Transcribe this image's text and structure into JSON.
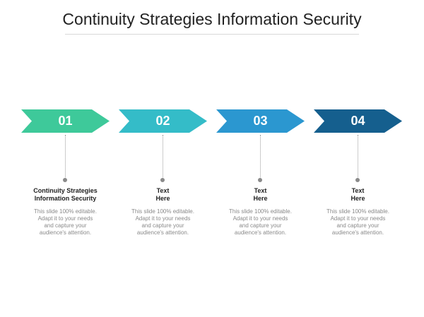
{
  "title": "Continuity Strategies Information Security",
  "steps": [
    {
      "number": "01",
      "title_line1": "Continuity Strategies",
      "title_line2": "Information Security",
      "desc_line1": "This slide 100% editable.",
      "desc_line2": "Adapt  it to your needs",
      "desc_line3": "and capture your",
      "desc_line4": "audience's attention.",
      "color": "#3ec99a"
    },
    {
      "number": "02",
      "title_line1": "Text",
      "title_line2": "Here",
      "desc_line1": "This slide 100% editable.",
      "desc_line2": "Adapt  it to your needs",
      "desc_line3": "and capture your",
      "desc_line4": "audience's attention.",
      "color": "#34bcc8"
    },
    {
      "number": "03",
      "title_line1": "Text",
      "title_line2": "Here",
      "desc_line1": "This slide 100% editable.",
      "desc_line2": "Adapt  it to your needs",
      "desc_line3": "and capture your",
      "desc_line4": "audience's attention.",
      "color": "#2b97d0"
    },
    {
      "number": "04",
      "title_line1": "Text",
      "title_line2": "Here",
      "desc_line1": "This slide 100% editable.",
      "desc_line2": "Adapt  it to your needs",
      "desc_line3": "and capture your",
      "desc_line4": "audience's attention.",
      "color": "#155f8e"
    }
  ]
}
